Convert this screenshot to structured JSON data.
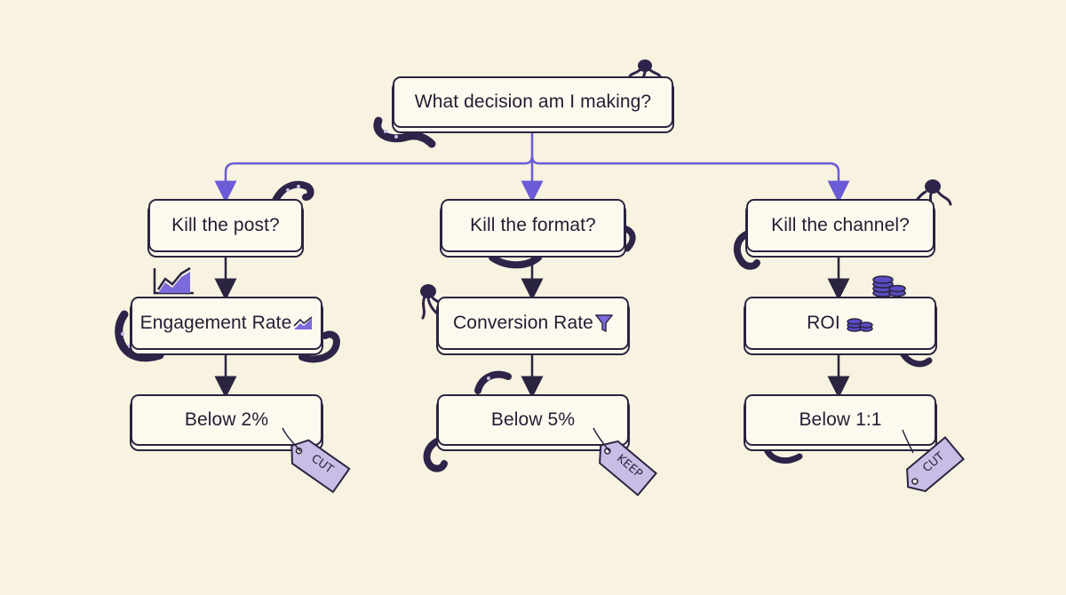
{
  "root": {
    "label": "What decision am I making?"
  },
  "branches": [
    {
      "question": "Kill the post?",
      "metric": "Engagement Rate",
      "metric_icon": "trend-chart-icon",
      "threshold": "Below 2%",
      "tag": "CUT"
    },
    {
      "question": "Kill the format?",
      "metric": "Conversion Rate",
      "metric_icon": "funnel-icon",
      "threshold": "Below 5%",
      "tag": "KEEP"
    },
    {
      "question": "Kill the channel?",
      "metric": "ROI",
      "metric_icon": "coin-stack-icon",
      "threshold": "Below 1:1",
      "tag": "CUT"
    }
  ],
  "colors": {
    "background": "#f8f2e0",
    "ink": "#2a2440",
    "accent": "#6b5bd6",
    "tag_fill": "#c9bde6",
    "tentacle": "#2e2348"
  }
}
